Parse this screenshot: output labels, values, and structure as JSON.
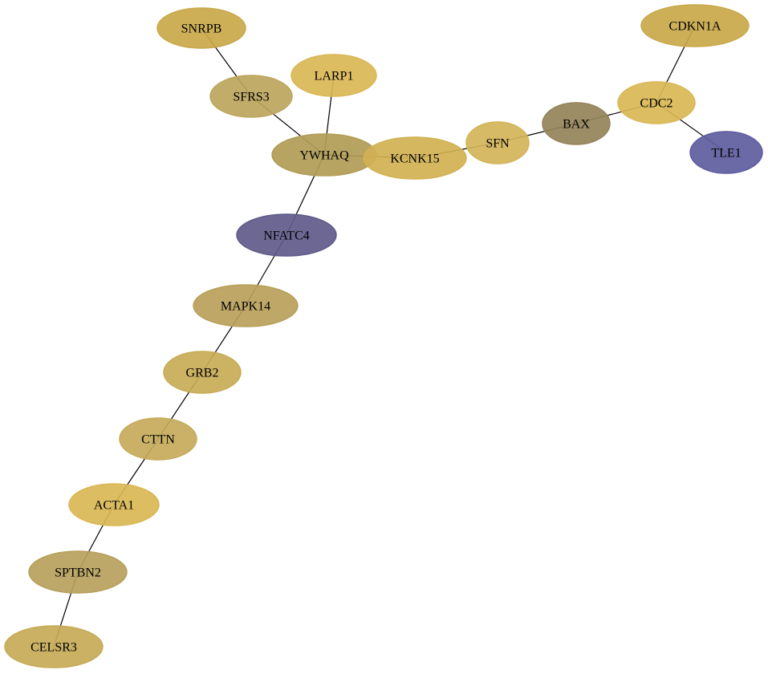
{
  "nodes": [
    {
      "id": "SNRPB",
      "label": "SNRPB",
      "color": "#c9a84a"
    },
    {
      "id": "CDKN1A",
      "label": "CDKN1A",
      "color": "#c9a84a"
    },
    {
      "id": "LARP1",
      "label": "LARP1",
      "color": "#d9b754"
    },
    {
      "id": "SFRS3",
      "label": "SFRS3",
      "color": "#bda55c"
    },
    {
      "id": "CDC2",
      "label": "CDC2",
      "color": "#d9b754"
    },
    {
      "id": "BAX",
      "label": "BAX",
      "color": "#94835a"
    },
    {
      "id": "TLE1",
      "label": "TLE1",
      "color": "#5f5c9f"
    },
    {
      "id": "SFN",
      "label": "SFN",
      "color": "#d3b458"
    },
    {
      "id": "YWHAQ",
      "label": "YWHAQ",
      "color": "#b19c56"
    },
    {
      "id": "KCNK15",
      "label": "KCNK15",
      "color": "#d1b153"
    },
    {
      "id": "NFATC4",
      "label": "NFATC4",
      "color": "#5f5b8a"
    },
    {
      "id": "MAPK14",
      "label": "MAPK14",
      "color": "#b8a05a"
    },
    {
      "id": "GRB2",
      "label": "GRB2",
      "color": "#c8ab56"
    },
    {
      "id": "CTTN",
      "label": "CTTN",
      "color": "#c5aa5a"
    },
    {
      "id": "ACTA1",
      "label": "ACTA1",
      "color": "#d9b754"
    },
    {
      "id": "SPTBN2",
      "label": "SPTBN2",
      "color": "#b7a05c"
    },
    {
      "id": "CELSR3",
      "label": "CELSR3",
      "color": "#c5aa56"
    }
  ],
  "edges": [
    [
      "SNRPB",
      "SFRS3"
    ],
    [
      "SFRS3",
      "YWHAQ"
    ],
    [
      "LARP1",
      "YWHAQ"
    ],
    [
      "YWHAQ",
      "KCNK15"
    ],
    [
      "KCNK15",
      "SFN"
    ],
    [
      "SFN",
      "BAX"
    ],
    [
      "BAX",
      "CDC2"
    ],
    [
      "CDC2",
      "CDKN1A"
    ],
    [
      "CDC2",
      "TLE1"
    ],
    [
      "YWHAQ",
      "NFATC4"
    ],
    [
      "NFATC4",
      "MAPK14"
    ],
    [
      "MAPK14",
      "GRB2"
    ],
    [
      "GRB2",
      "CTTN"
    ],
    [
      "CTTN",
      "ACTA1"
    ],
    [
      "ACTA1",
      "SPTBN2"
    ],
    [
      "SPTBN2",
      "CELSR3"
    ]
  ]
}
